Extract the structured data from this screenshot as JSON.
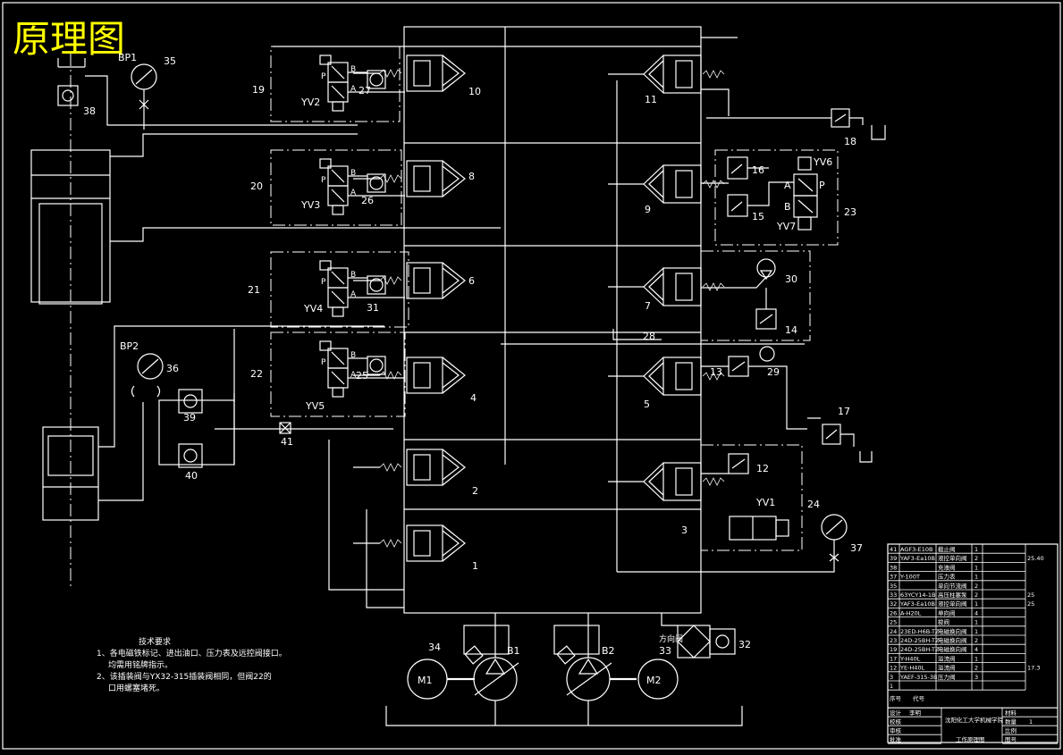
{
  "title": "原理图",
  "component_numbers": {
    "c1": "1",
    "c2": "2",
    "c3": "3",
    "c4": "4",
    "c5": "5",
    "c6": "6",
    "c7": "7",
    "c8": "8",
    "c9": "9",
    "c10": "10",
    "c11": "11",
    "c12": "12",
    "c13": "13",
    "c14": "14",
    "c15": "15",
    "c16": "16",
    "c17": "17",
    "c18": "18",
    "c19": "19",
    "c20": "20",
    "c21": "21",
    "c22": "22",
    "c23": "23",
    "c24": "24",
    "c25": "25",
    "c26": "26",
    "c27": "27",
    "c28": "28",
    "c29": "29",
    "c30": "30",
    "c31": "31",
    "c32": "32",
    "c33": "33",
    "c34": "34",
    "c35": "35",
    "c36": "36",
    "c37": "37",
    "c38": "38",
    "c39": "39",
    "c40": "40",
    "c41": "41"
  },
  "solenoids": {
    "yv1": "YV1",
    "yv2": "YV2",
    "yv3": "YV3",
    "yv4": "YV4",
    "yv5": "YV5",
    "yv6": "YV6",
    "yv7": "YV7"
  },
  "gauges": {
    "bp1": "BP1",
    "bp2": "BP2"
  },
  "ports": {
    "a": "A",
    "b": "B",
    "p": "P"
  },
  "motors": {
    "m1": "M1",
    "m2": "M2"
  },
  "pumps": {
    "b1": "B1",
    "b2": "B2"
  },
  "filter_label": "方向阀",
  "notes": {
    "heading": "技术要求",
    "line1": "1、各电磁铁标记、进出油口、压力表及远控阀接口。",
    "line2": "均需用铭牌指示。",
    "line3": "2、该插装阀与YX32-315插装阀相同，但阀22的",
    "line4": "口用螺塞堵死。"
  },
  "parts_table": {
    "rows": [
      {
        "no": "41",
        "code": "AGF3-E10B",
        "name": "截止阀",
        "qty": "1",
        "note": ""
      },
      {
        "no": "39",
        "code": "YAF3-Ea10B",
        "name": "液控单向阀",
        "qty": "2",
        "note": "25.40"
      },
      {
        "no": "38",
        "code": "",
        "name": "充液阀",
        "qty": "1",
        "note": ""
      },
      {
        "no": "37",
        "code": "Y-100T",
        "name": "压力表",
        "qty": "1",
        "note": ""
      },
      {
        "no": "35",
        "code": "",
        "name": "单向节流阀",
        "qty": "2",
        "note": ""
      },
      {
        "no": "33",
        "code": "63YCY14-1B",
        "name": "高压柱塞泵",
        "qty": "2",
        "note": "25"
      },
      {
        "no": "32",
        "code": "YAF3-Ea10B",
        "name": "液控单向阀",
        "qty": "1",
        "note": "25"
      },
      {
        "no": "26",
        "code": "A-H20L",
        "name": "单向阀",
        "qty": "4",
        "note": ""
      },
      {
        "no": "25",
        "code": "",
        "name": "梭阀",
        "qty": "1",
        "note": ""
      },
      {
        "no": "24",
        "code": "23ED-H6B-TZ",
        "name": "电磁换向阀",
        "qty": "1",
        "note": ""
      },
      {
        "no": "23",
        "code": "24D-25BH-TZ",
        "name": "电磁换向阀",
        "qty": "2",
        "note": ""
      },
      {
        "no": "19",
        "code": "24D-25BH-TZ",
        "name": "电磁换向阀",
        "qty": "4",
        "note": ""
      },
      {
        "no": "17",
        "code": "Y-H40L",
        "name": "溢流阀",
        "qty": "1",
        "note": ""
      },
      {
        "no": "12",
        "code": "YE-H40L",
        "name": "溢流阀",
        "qty": "2",
        "note": "17.3"
      },
      {
        "no": "3",
        "code": "YAEF-315-3B",
        "name": "压力阀",
        "qty": "3",
        "note": ""
      },
      {
        "no": "1",
        "code": "",
        "name": "",
        "qty": "",
        "note": ""
      }
    ],
    "header_no": "序号",
    "header_code": "代号",
    "row_design": "设计",
    "designer": "李明",
    "row_check": "校核",
    "row_audit": "审核",
    "row_approve": "批准",
    "school": "沈阳化工大学机械学院",
    "drawing_name": "工作原理图",
    "material_label": "材料",
    "qty_label": "数量",
    "qty_value": "1",
    "scale_label": "比例",
    "sheet_label": "图号"
  }
}
